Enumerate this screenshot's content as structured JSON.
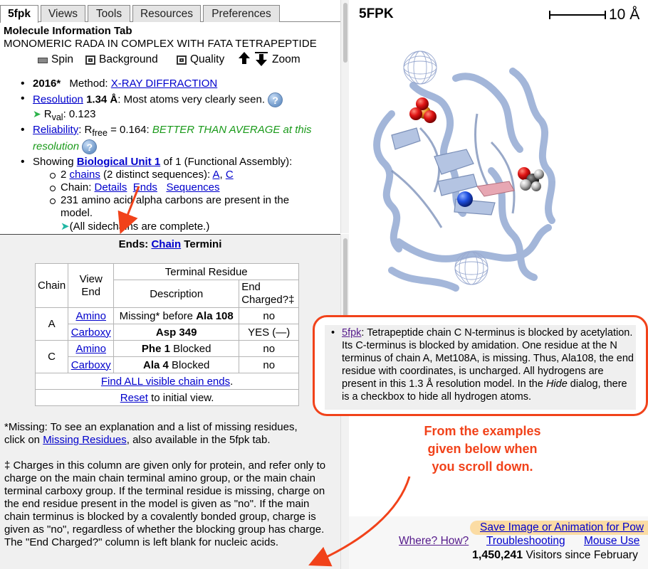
{
  "tabs": [
    "5fpk",
    "Views",
    "Tools",
    "Resources",
    "Preferences"
  ],
  "molinfo": {
    "tab_title": "Molecule Information Tab",
    "molecule_name": "MONOMERIC RADA IN COMPLEX WITH FATA TETRAPEPTIDE",
    "controls": {
      "spin": "Spin",
      "background": "Background",
      "quality": "Quality",
      "zoom": "Zoom"
    },
    "year": "2016*",
    "method_label": "Method:",
    "method": "X-RAY DIFFRACTION",
    "resolution_link": "Resolution",
    "resolution_value": "1.34 Å",
    "resolution_text": ": Most atoms very clearly seen.",
    "rval_label": "R",
    "rval_sub": "val",
    "rval_value": ": 0.123",
    "reliability_link": "Reliability",
    "rfree_label": ": R",
    "rfree_sub": "free",
    "rfree_value": " = 0.164: ",
    "reliability_verdict_1": "BETTER THAN AVERAGE at this",
    "reliability_verdict_2": "resolution",
    "showing_prefix": "Showing ",
    "bio_unit_link": "Biological Unit 1",
    "showing_suffix": " of 1 (Functional Assembly):",
    "chains_prefix": "2 ",
    "chains_link": "chains",
    "chains_suffix": " (2 distinct sequences): ",
    "chain_a": "A",
    "chain_c": "C",
    "chain_label": "Chain: ",
    "details_link": "Details",
    "ends_link": "Ends",
    "sequences_link": "Sequences",
    "alpha_line1": "231 amino acid alpha carbons are present in the",
    "alpha_line2": "model.",
    "sidechains": "(All sidechains are complete.)"
  },
  "ends_panel": {
    "title_prefix": "Ends: ",
    "title_link": "Chain",
    "title_suffix": " Termini",
    "headers": {
      "chain": "Chain",
      "view_end_1": "View",
      "view_end_2": "End",
      "terminal_residue": "Terminal Residue",
      "description": "Description",
      "charged_1": "End",
      "charged_2": "Charged?‡"
    },
    "rows": [
      {
        "chain": "A",
        "end": "Amino",
        "desc_pre": "Missing* before ",
        "desc_bold": "Ala 108",
        "desc_post": "",
        "charged": "no"
      },
      {
        "chain": "",
        "end": "Carboxy",
        "desc_pre": "",
        "desc_bold": "Asp 349",
        "desc_post": "",
        "charged": "YES (—)"
      },
      {
        "chain": "C",
        "end": "Amino",
        "desc_pre": "",
        "desc_bold": "Phe 1",
        "desc_post": " Blocked",
        "charged": "no"
      },
      {
        "chain": "",
        "end": "Carboxy",
        "desc_pre": "",
        "desc_bold": "Ala 4",
        "desc_post": " Blocked",
        "charged": "no"
      }
    ],
    "find_all": "Find ALL visible chain ends",
    "find_all_suffix": ".",
    "reset": "Reset",
    "reset_suffix": " to initial view.",
    "missing_note_1": "*Missing: To see an explanation and a list of missing residues,",
    "missing_note_2a": "click on ",
    "missing_note_link": "Missing Residues",
    "missing_note_2b": ", also available in the 5fpk tab.",
    "charges_note": "‡ Charges in this column are given only for protein, and refer only to charge on the main chain terminal amino group, or the main chain terminal carboxy group. If the terminal residue is missing, charge on the end residue present in the model is given as \"no\". If the main chain terminus is blocked by a covalently bonded group, charge is given as \"no\", regardless of whether the blocking group has charge. The \"End Charged?\" column is left blank for nucleic acids."
  },
  "viewer": {
    "pdb_id": "5FPK",
    "scale_label": "10 Å"
  },
  "annotation": {
    "link": "5fpk",
    "text": ": Tetrapeptide chain C N-terminus is blocked by acetylation. Its C-terminus is blocked by amidation. One residue at the N terminus of chain A, Met108A, is missing. Thus, Ala108, the end residue with coordinates, is uncharged. All hydrogens are present in this 1.3 Å resolution model. In the ",
    "hide_word": "Hide",
    "text_end": " dialog, there is a checkbox to hide all hydrogen atoms."
  },
  "callout": {
    "line1": "From the examples",
    "line2": "given below when",
    "line3": "you scroll down."
  },
  "footer": {
    "save_link": "Save Image or Animation for Pow",
    "where_how": "Where? How?",
    "troubleshooting": "Troubleshooting",
    "mouse_use": "Mouse Use",
    "visitor_count": "1,450,241",
    "visitors_suffix": " Visitors since February"
  },
  "colors": {
    "accent_red": "#f1421a",
    "link_blue": "#0000cc",
    "good_green": "#1a9a1a",
    "ribbon": "#a9bcde"
  }
}
